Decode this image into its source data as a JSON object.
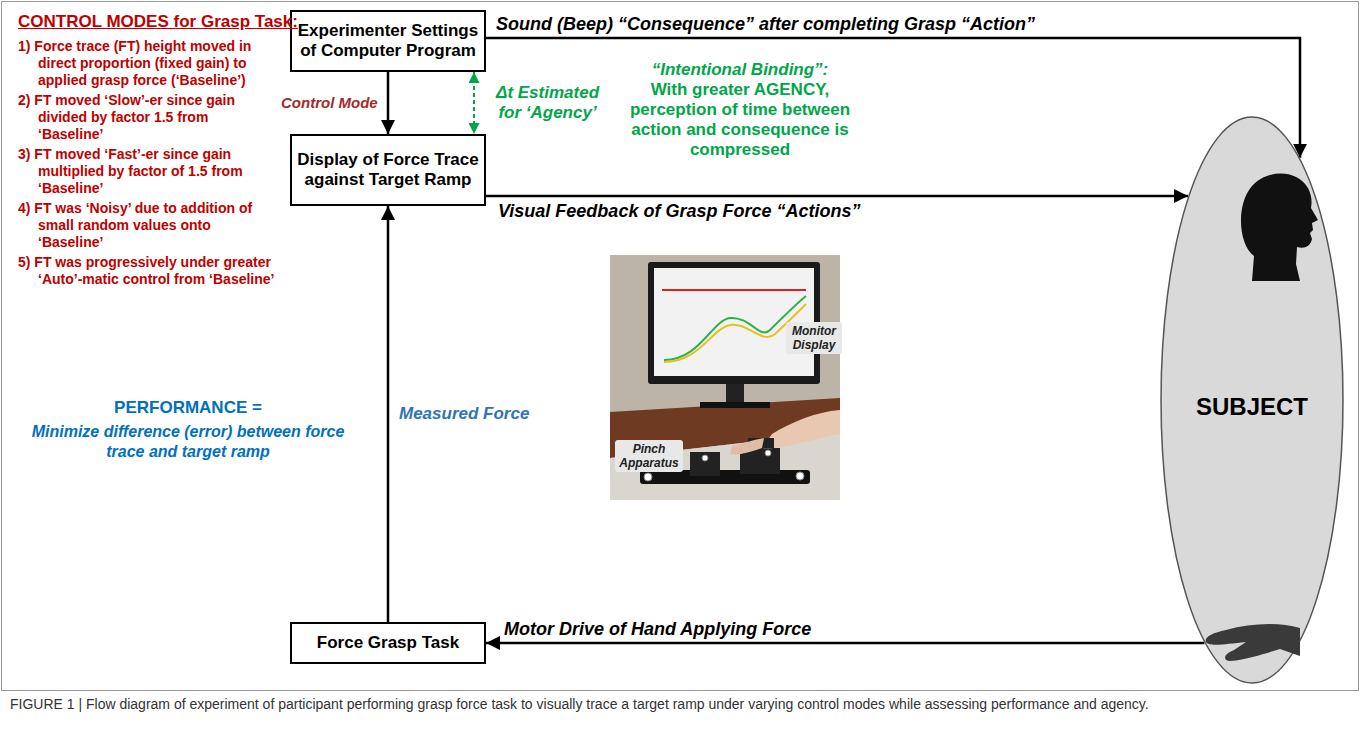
{
  "diagram": {
    "caption": "FIGURE 1 | Flow diagram of experiment of participant performing grasp force task to visually trace a target ramp under varying control modes while assessing performance and agency.",
    "nodes": [
      {
        "text": [
          "Experimenter Settings of Computer Program"
        ]
      },
      {
        "text": [
          "Display of Force Trace against Target Ramp"
        ]
      },
      {
        "text": [
          "Force Grasp Task"
        ]
      },
      {
        "text": [
          "SUBJECT"
        ]
      }
    ],
    "edges": [
      {
        "from": 0,
        "to": 1,
        "label": "Control Mode",
        "arrow": "to"
      },
      {
        "from": 0,
        "to": 1,
        "label": "Δt Estimated for ‘Agency’",
        "arrow": "both"
      },
      {
        "from": 0,
        "to": 3,
        "label": "Sound (Beep) “Consequence” after completing Grasp “Action”",
        "arrow": "to"
      },
      {
        "from": 1,
        "to": 3,
        "label": "Visual Feedback of Grasp Force “Actions”",
        "arrow": "to"
      },
      {
        "from": 3,
        "to": 2,
        "label": "Motor Drive of Hand Applying Force",
        "arrow": "to"
      },
      {
        "from": 2,
        "to": 1,
        "label": "Measured Force",
        "arrow": "to"
      }
    ],
    "labels": [
      "CONTROL MODES for Grasp Task:",
      "1) Force trace (FT) height moved in direct proportion (fixed gain) to applied grasp force (‘Baseline’)",
      "2) FT moved ‘Slow’-er since gain divided by factor 1.5 from ‘Baseline’",
      "3) FT moved ‘Fast’-er since gain multiplied by factor of 1.5 from ‘Baseline’",
      "4) FT was ‘Noisy’ due to addition of small random values onto ‘Baseline’",
      "5) FT was progressively under greater ‘Auto’-matic control from ‘Baseline’",
      "“Intentional Binding”:",
      "With greater AGENCY, perception of time between action and consequence is compressed",
      "PERFORMANCE =",
      "Minimize difference (error) between force trace and target ramp",
      "Monitor Display",
      "Pinch Apparatus"
    ]
  }
}
